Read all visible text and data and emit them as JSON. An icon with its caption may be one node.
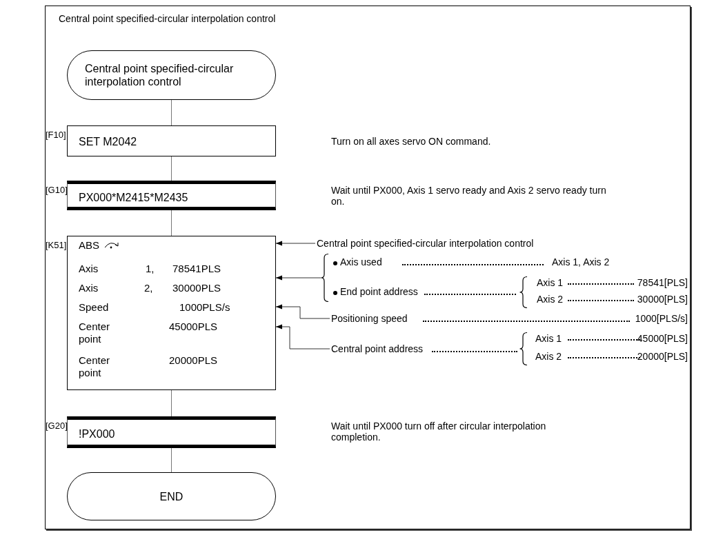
{
  "diagram": {
    "title": "Central point specified-circular interpolation control",
    "nodes": [
      {
        "text": [
          "Central point specified-circular interpolation control"
        ]
      },
      {
        "text": [
          "SET M2042"
        ],
        "beside": [
          "[F10]"
        ]
      },
      {
        "text": [
          "PX000*M2415*M2435"
        ],
        "beside": [
          "[G10]"
        ]
      },
      {
        "text": [
          "ABS",
          "Axis",
          "1,",
          "78541PLS",
          "Axis",
          "2,",
          "30000PLS",
          "Speed",
          "1000PLS/s",
          "Center point",
          "45000PLS",
          "Center point",
          "20000PLS"
        ],
        "beside": [
          "[K51]"
        ]
      },
      {
        "text": [
          "!PX000"
        ],
        "beside": [
          "[G20]"
        ]
      },
      {
        "text": [
          "END"
        ]
      },
      {
        "text": [
          "Central point specified-circular interpolation control"
        ]
      },
      {
        "text": [
          "Axis used",
          "Axis 1, Axis 2",
          "End point address",
          "Axis 1",
          "78541[PLS]",
          "Axis 2",
          "30000[PLS]"
        ]
      },
      {
        "text": [
          "Positioning speed",
          "1000[PLS/s]"
        ]
      },
      {
        "text": [
          "Central point address",
          "Axis 1",
          "45000[PLS]",
          "Axis 2",
          "20000[PLS]"
        ]
      }
    ],
    "edges": [
      {
        "from": 0,
        "to": 1,
        "arrow": "none"
      },
      {
        "from": 1,
        "to": 2,
        "arrow": "none"
      },
      {
        "from": 2,
        "to": 3,
        "arrow": "none"
      },
      {
        "from": 3,
        "to": 4,
        "arrow": "none"
      },
      {
        "from": 4,
        "to": 5,
        "arrow": "none"
      },
      {
        "from": 6,
        "to": 3,
        "arrow": "to"
      },
      {
        "from": 7,
        "to": 3,
        "arrow": "to"
      },
      {
        "from": 8,
        "to": 3,
        "arrow": "to"
      },
      {
        "from": 9,
        "to": 3,
        "arrow": "to"
      }
    ],
    "labels": [
      "Turn on all axes servo ON command.",
      "Wait until PX000, Axis 1 servo ready and Axis 2 servo ready turn on.",
      "Wait until PX000 turn off after circular interpolation completion."
    ]
  }
}
